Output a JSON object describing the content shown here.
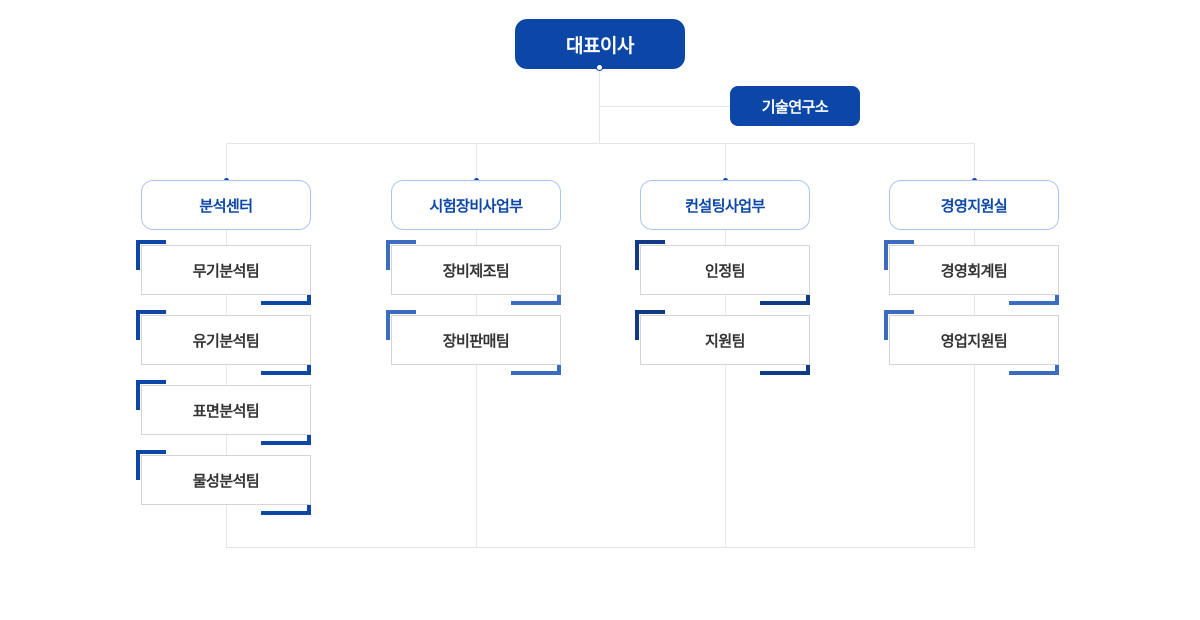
{
  "ceo": {
    "label": "대표이사"
  },
  "lab": {
    "label": "기술연구소"
  },
  "departments": [
    {
      "label": "분석센터",
      "teams": [
        "무기분석팀",
        "유기분석팀",
        "표면분석팀",
        "물성분석팀"
      ]
    },
    {
      "label": "시험장비사업부",
      "teams": [
        "장비제조팀",
        "장비판매팀"
      ]
    },
    {
      "label": "컨설팅사업부",
      "teams": [
        "인정팀",
        "지원팀"
      ]
    },
    {
      "label": "경영지원실",
      "teams": [
        "경영회계팀",
        "영업지원팀"
      ]
    }
  ],
  "colors": {
    "primary": "#0c46a7",
    "dept_border": "#a9c6ee",
    "line": "#e6e6e6",
    "team_border": "#d4d4d4",
    "team_text": "#333333",
    "corner_a": "#0c46a7",
    "corner_b": "#3c6cbf",
    "corner_c": "#0f3b85"
  }
}
